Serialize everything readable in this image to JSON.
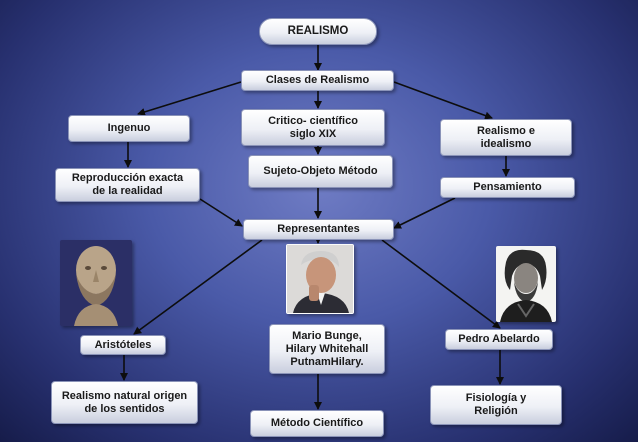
{
  "diagram": {
    "title": "REALISMO",
    "classes": "Clases  de Realismo",
    "ingenuo": "Ingenuo",
    "critico": "Critico- científico\nsiglo XIX",
    "realismo_idealismo": "Realismo e\nidealismo",
    "reproduccion": "Reproducción exacta\nde la realidad",
    "sujeto_objeto": "Sujeto-Objeto Método",
    "pensamiento": "Pensamiento",
    "representantes": "Representantes",
    "aristoteles": "Aristóteles",
    "bunge": "Mario Bunge,\nHilary Whitehall\nPutnamHilary.",
    "abelardo": "Pedro Abelardo",
    "realismo_natural": "Realismo natural origen\nde los sentidos",
    "metodo_cientifico": "Método Científico",
    "fisiologia": "Fisiología y\nReligión"
  },
  "colors": {
    "background_center": "#6f7cc4",
    "background_edge": "#161c4a",
    "node_fill": "#ffffff",
    "edge_color": "#0d0d0d"
  }
}
